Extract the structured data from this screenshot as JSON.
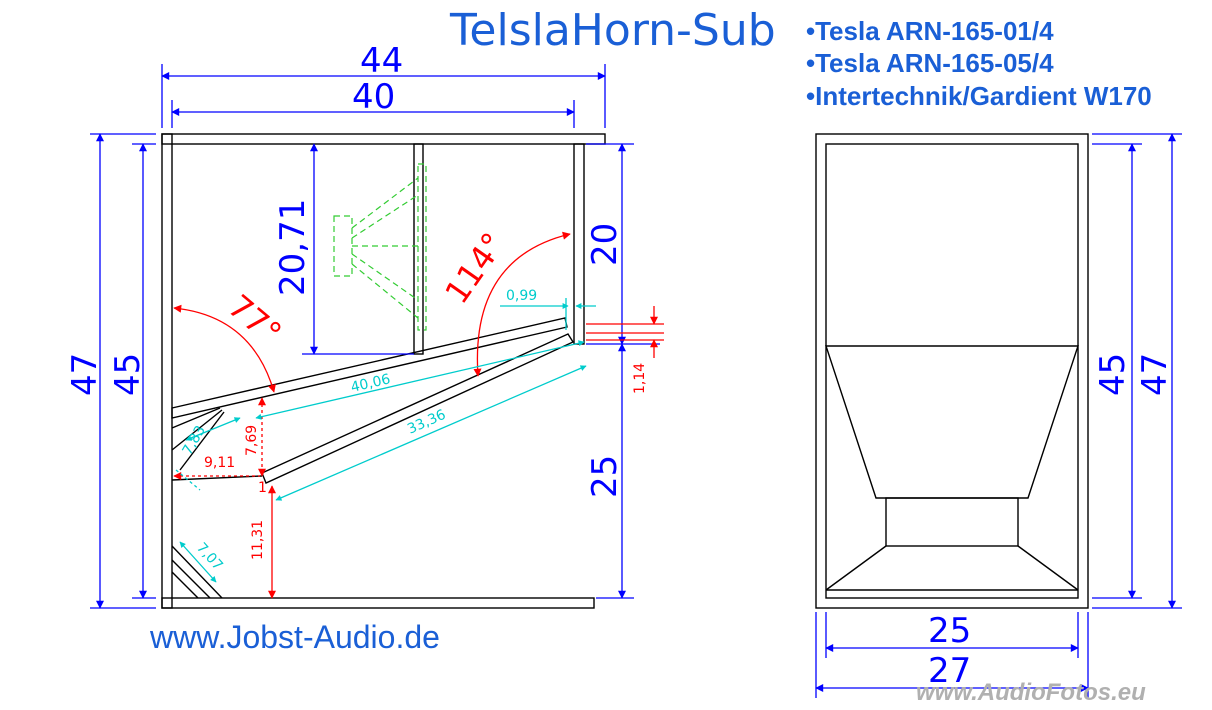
{
  "title": "TelslaHorn-Sub",
  "drivers": [
    "•Tesla ARN-165-01/4",
    "•Tesla ARN-165-05/4",
    "•Intertechnik/Gardient W170"
  ],
  "website": "www.Jobst-Audio.de",
  "watermark": "www.AudioFotos.eu",
  "side_view": {
    "outer_width": "44",
    "inner_width": "40",
    "outer_height": "47",
    "inner_height": "45",
    "chamber_height": "20,71",
    "upper_right_height": "20",
    "lower_right_height": "25",
    "angle_left": "77°",
    "angle_right": "114°",
    "gap_top": "0,99",
    "gap_side": "1,14",
    "panel_upper_length": "40,06",
    "panel_lower_length": "33,36",
    "brace_upper": "7,83",
    "brace_horizontal": "9,11",
    "mouth_height_a": "7,69",
    "mouth_height_b": "11,31",
    "corner_brace": "7,07",
    "small_gap": "1"
  },
  "front_view": {
    "inner_height": "45",
    "outer_height": "47",
    "inner_width": "25",
    "outer_width": "27"
  },
  "colors": {
    "title_blue": "#1a5fd6",
    "dimension_blue": "#0000ff",
    "dimension_red": "#ff0000",
    "dimension_cyan": "#00cccc",
    "driver_green": "#33cc33"
  }
}
